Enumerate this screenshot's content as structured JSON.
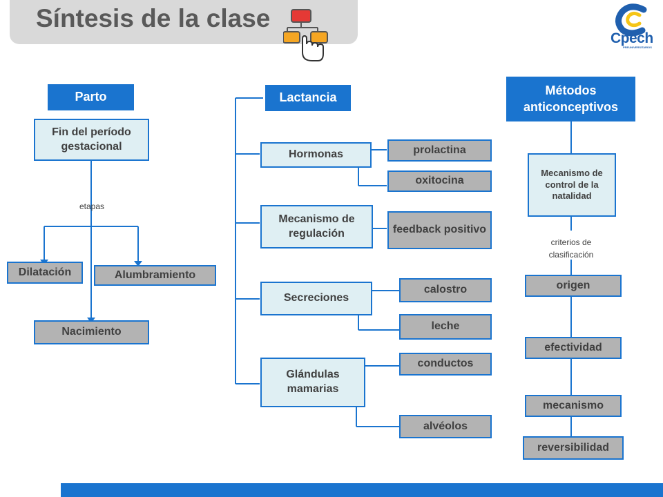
{
  "slide": {
    "title": "Síntesis de la clase",
    "logo_text": "Cpech",
    "logo_subtext": "PREUNIVERSITARIOS"
  },
  "parto": {
    "header": "Parto",
    "main": "Fin del período gestacional",
    "link_label": "etapas",
    "stages": [
      "Dilatación",
      "Alumbramiento",
      "Nacimiento"
    ]
  },
  "lactancia": {
    "header": "Lactancia",
    "groups": [
      {
        "label": "Hormonas",
        "items": [
          "prolactina",
          "oxitocina"
        ]
      },
      {
        "label": "Mecanismo de regulación",
        "items": [
          "feedback positivo"
        ]
      },
      {
        "label": "Secreciones",
        "items": [
          "calostro",
          "leche"
        ]
      },
      {
        "label": "Glándulas mamarias",
        "items": [
          "conductos",
          "alvéolos"
        ]
      }
    ]
  },
  "metodos": {
    "header": "Métodos anticonceptivos",
    "main": "Mecanismo de control de la natalidad",
    "link_label": "criterios de clasificación",
    "criteria": [
      "origen",
      "efectividad",
      "mecanismo",
      "reversibilidad"
    ]
  },
  "colors": {
    "header_blue": "#1a74cf",
    "box_cyan": "#dfeff3",
    "box_gray": "#b3b3b3",
    "text_dark": "#404040",
    "title_gray": "#595959"
  }
}
